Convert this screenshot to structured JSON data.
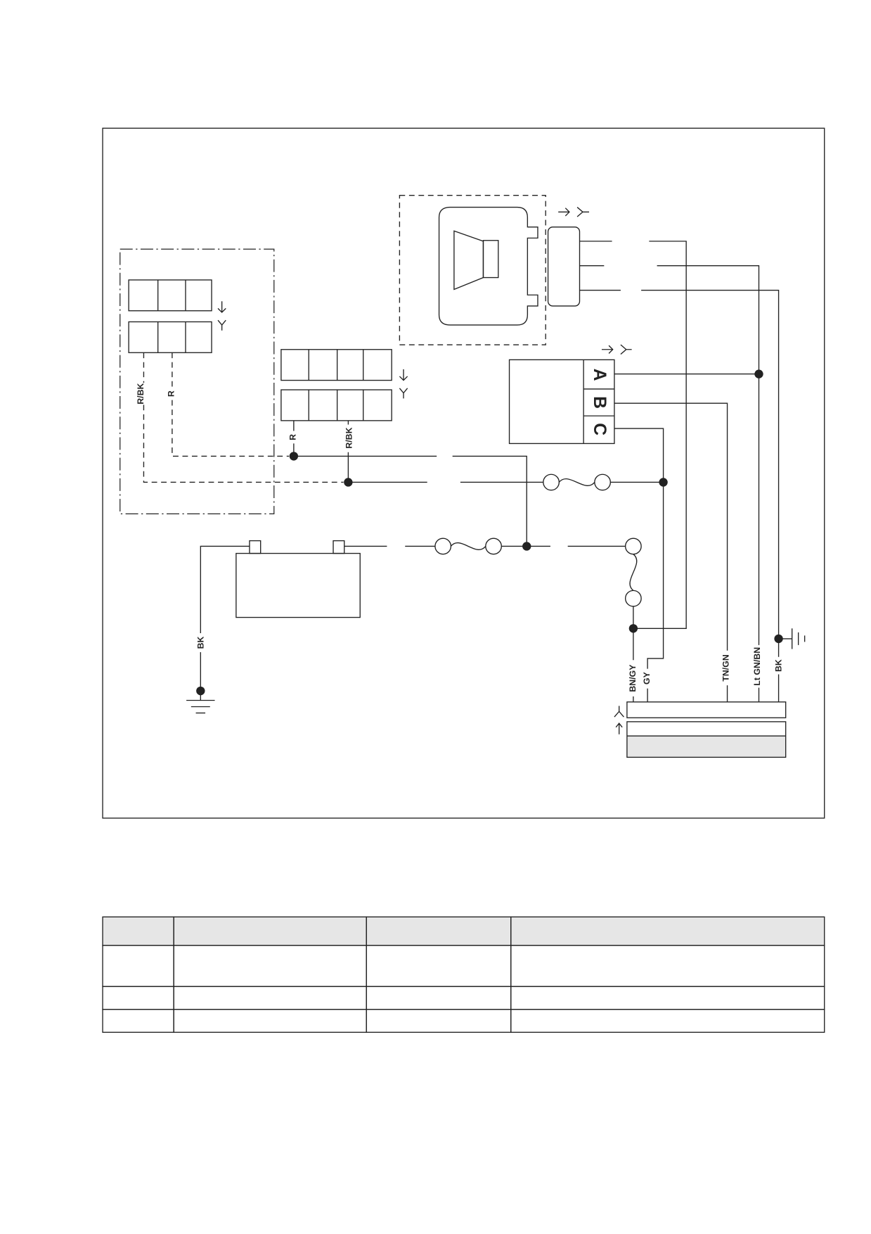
{
  "colors": {
    "line": "#222222",
    "background": "#ffffff",
    "shade": "#e6e6e6"
  },
  "wire_labels": {
    "left_relay_r_bk": "R/BK",
    "left_relay_r": "R",
    "mid_relay_r": "R",
    "mid_relay_r_bk": "R/BK",
    "battery_bk": "BK",
    "bn_gy": "BN/GY",
    "gy": "GY",
    "tn_gn": "TN/GN",
    "lt_gn_bn": "Lt GN/BN",
    "ground_bk": "BK"
  },
  "module": {
    "terminal_a": "A",
    "terminal_b": "B",
    "terminal_c": "C"
  },
  "icons": [
    "horn-icon",
    "fuse-icon",
    "battery-icon",
    "ground-icon",
    "male-connector-icon",
    "female-connector-icon"
  ]
}
